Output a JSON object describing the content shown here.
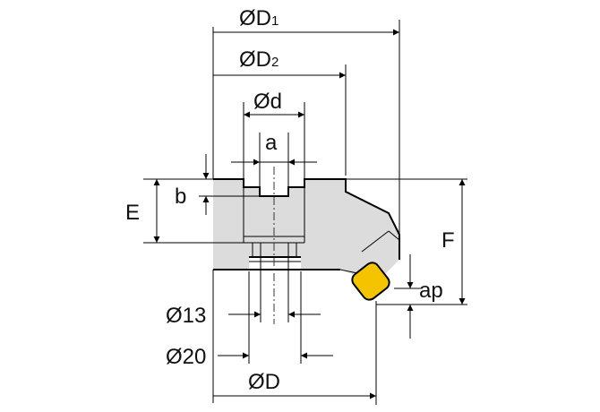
{
  "labels": {
    "D1_main": "ØD",
    "D1_sub": "1",
    "D2_main": "ØD",
    "D2_sub": "2",
    "d": "Ød",
    "a": "a",
    "b": "b",
    "E": "E",
    "F": "F",
    "ap": "ap",
    "dia13": "Ø13",
    "dia20": "Ø20",
    "D": "ØD"
  },
  "colors": {
    "body_fill": "#dcdcdc",
    "insert_fill": "#f5c400",
    "line": "#000000",
    "background": "#ffffff"
  }
}
